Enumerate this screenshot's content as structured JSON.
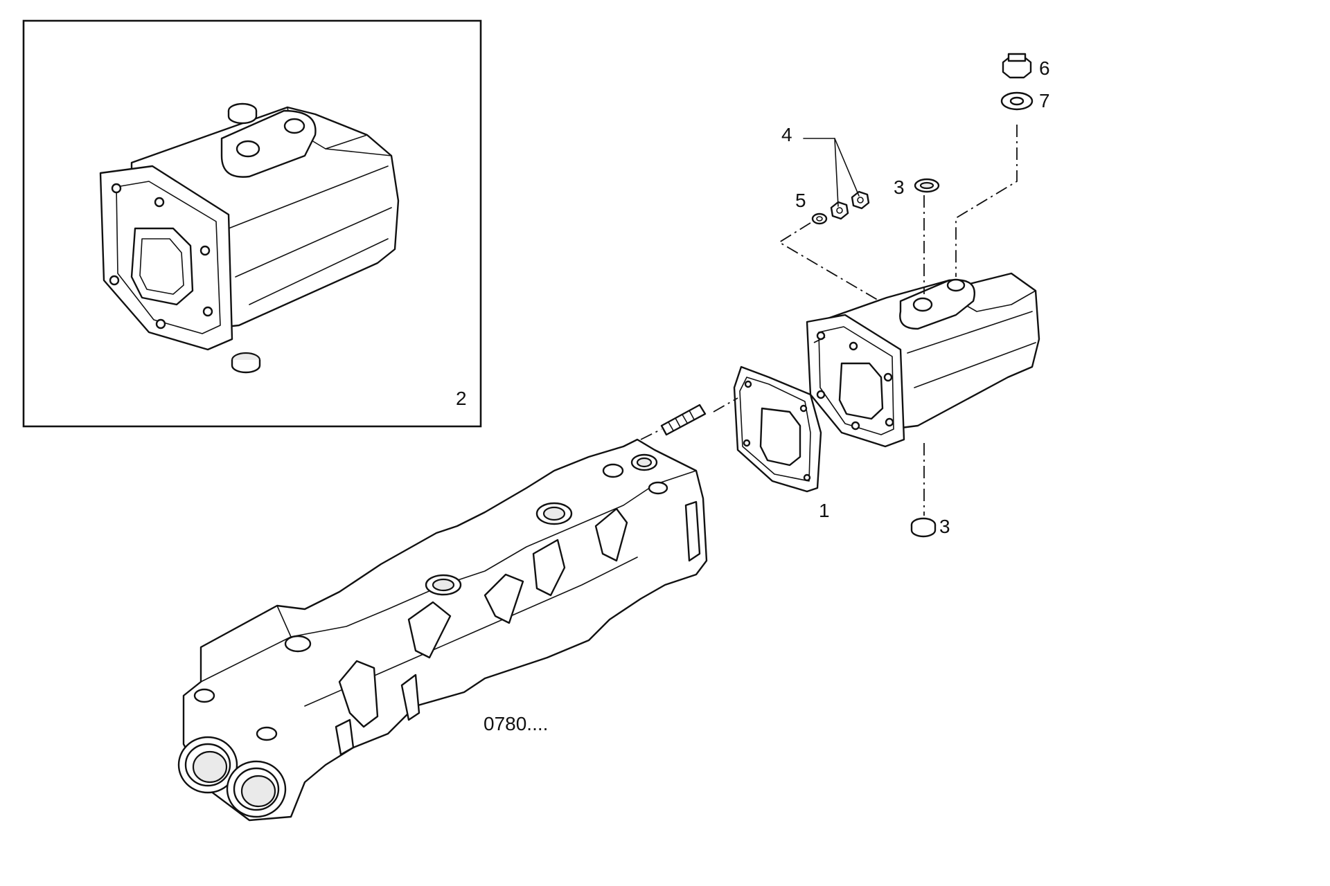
{
  "callouts": {
    "c1": "1",
    "c2": "2",
    "c3a": "3",
    "c3b": "3",
    "c4": "4",
    "c5": "5",
    "c6": "6",
    "c7": "7"
  },
  "drawing_code": "0780...."
}
